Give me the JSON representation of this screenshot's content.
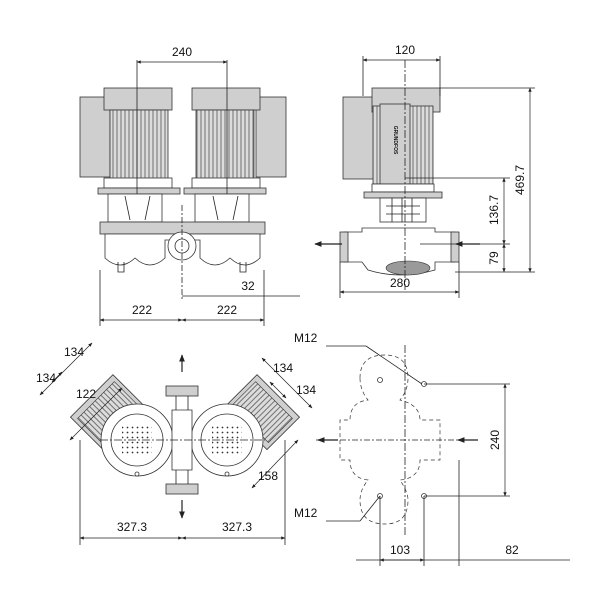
{
  "dimensions": {
    "front_motor_spacing": "240",
    "side_motor_width": "120",
    "side_total_height": "469.7",
    "side_upper_height": "136.7",
    "side_pipe_height": "79",
    "side_base_width": "280",
    "front_offset": "32",
    "front_half_left": "222",
    "front_half_right": "222",
    "plan_diag_1": "134",
    "plan_diag_2": "134",
    "plan_diag_3": "122",
    "plan_diag_4": "134",
    "plan_diag_5": "134",
    "plan_side": "158",
    "plan_half_left": "327.3",
    "plan_half_right": "327.3",
    "base_bolt_top": "M12",
    "base_bolt_bottom": "M12",
    "base_height": "240",
    "base_width": "103",
    "base_offset": "82"
  },
  "brand": "GRUNDFOS"
}
